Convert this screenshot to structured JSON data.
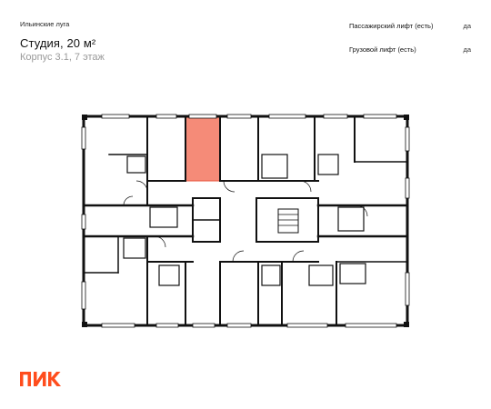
{
  "header": {
    "project_name": "Ильинские луга",
    "apartment_title": "Студия, 20 м²",
    "building_info": "Корпус 3.1, 7 этаж"
  },
  "specs": [
    {
      "label": "Пассажирский лифт (есть)",
      "value": "да"
    },
    {
      "label": "Грузовой лифт (есть)",
      "value": "да"
    }
  ],
  "brand": {
    "logo_text": "ПИК",
    "logo_color": "#ff4d1d"
  },
  "colors": {
    "highlight": "#f58b78",
    "highlight_stroke": "#e8513a",
    "wall": "#111111"
  }
}
